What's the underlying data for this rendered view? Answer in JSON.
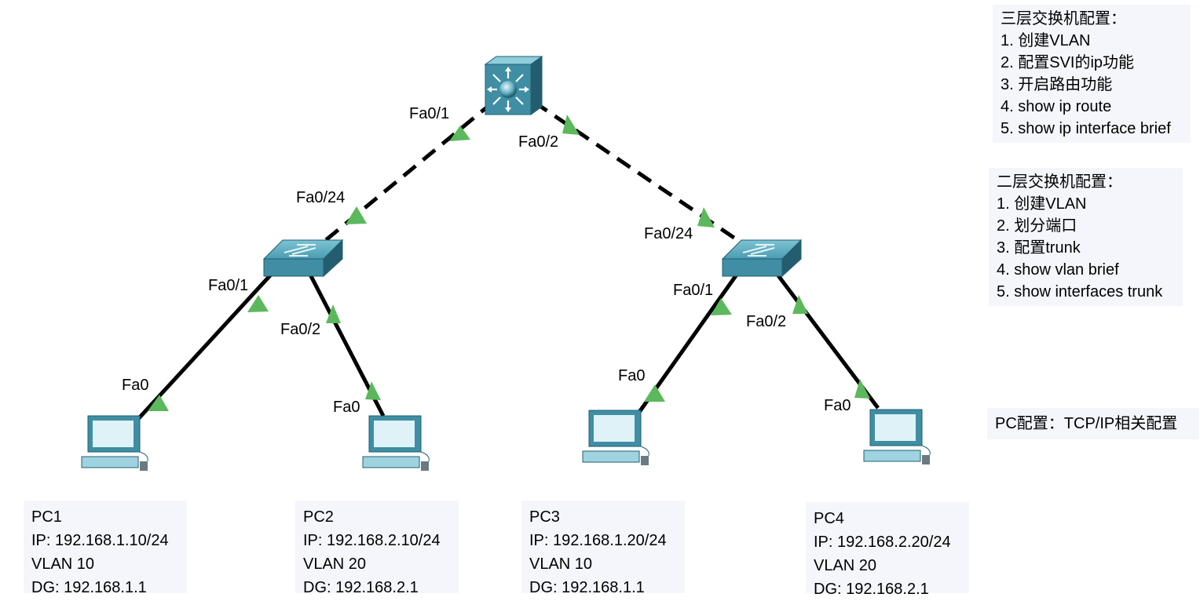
{
  "ports": {
    "core_fa01": "Fa0/1",
    "core_fa02": "Fa0/2",
    "sw1_fa024": "Fa0/24",
    "sw2_fa024": "Fa0/24",
    "sw1_fa01": "Fa0/1",
    "sw1_fa02": "Fa0/2",
    "sw2_fa01": "Fa0/1",
    "sw2_fa02": "Fa0/2",
    "pc1_fa0": "Fa0",
    "pc2_fa0": "Fa0",
    "pc3_fa0": "Fa0",
    "pc4_fa0": "Fa0"
  },
  "notes": {
    "l3": {
      "title": "三层交换机配置：",
      "items": [
        "1. 创建VLAN",
        "2. 配置SVI的ip功能",
        "3. 开启路由功能",
        "4. show ip route",
        "5. show ip interface brief"
      ]
    },
    "l2": {
      "title": "二层交换机配置：",
      "items": [
        "1. 创建VLAN",
        "2. 划分端口",
        "3. 配置trunk",
        "4. show vlan brief",
        "5. show interfaces trunk"
      ]
    },
    "pc": "PC配置：TCP/IP相关配置"
  },
  "pcs": [
    {
      "name": "PC1",
      "ip": "IP: 192.168.1.10/24",
      "vlan": "VLAN 10",
      "dg": "DG: 192.168.1.1"
    },
    {
      "name": "PC2",
      "ip": "IP: 192.168.2.10/24",
      "vlan": "VLAN 20",
      "dg": "DG: 192.168.2.1"
    },
    {
      "name": "PC3",
      "ip": "IP: 192.168.1.20/24",
      "vlan": "VLAN 10",
      "dg": "DG: 192.168.1.1"
    },
    {
      "name": "PC4",
      "ip": "IP: 192.168.2.20/24",
      "vlan": "VLAN 20",
      "dg": "DG: 192.168.2.1"
    }
  ],
  "colors": {
    "link": "#000000",
    "link_up_indicator": "#5cb85c",
    "device": "#2e7d95",
    "device_light": "#9fd3df",
    "note_bg": "#f4f6fb"
  },
  "icons": {
    "core_switch": "multilayer-switch-icon",
    "access_switch": "switch-icon",
    "pc": "pc-icon"
  }
}
